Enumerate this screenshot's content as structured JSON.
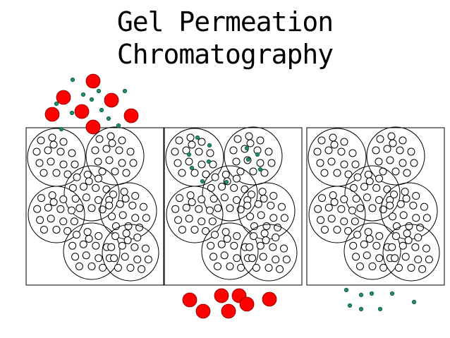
{
  "slide": {
    "title_line1": "Gel Permeation",
    "title_line2": "Chromatography"
  },
  "diagram": {
    "panels": [
      "panel-1",
      "panel-2",
      "panel-3"
    ],
    "colors": {
      "large_molecule": "#ff0000",
      "small_molecule": "#1f8a66",
      "bead_stroke": "#000000",
      "pore_fill": "#ffffff"
    },
    "legend_note": ""
  }
}
